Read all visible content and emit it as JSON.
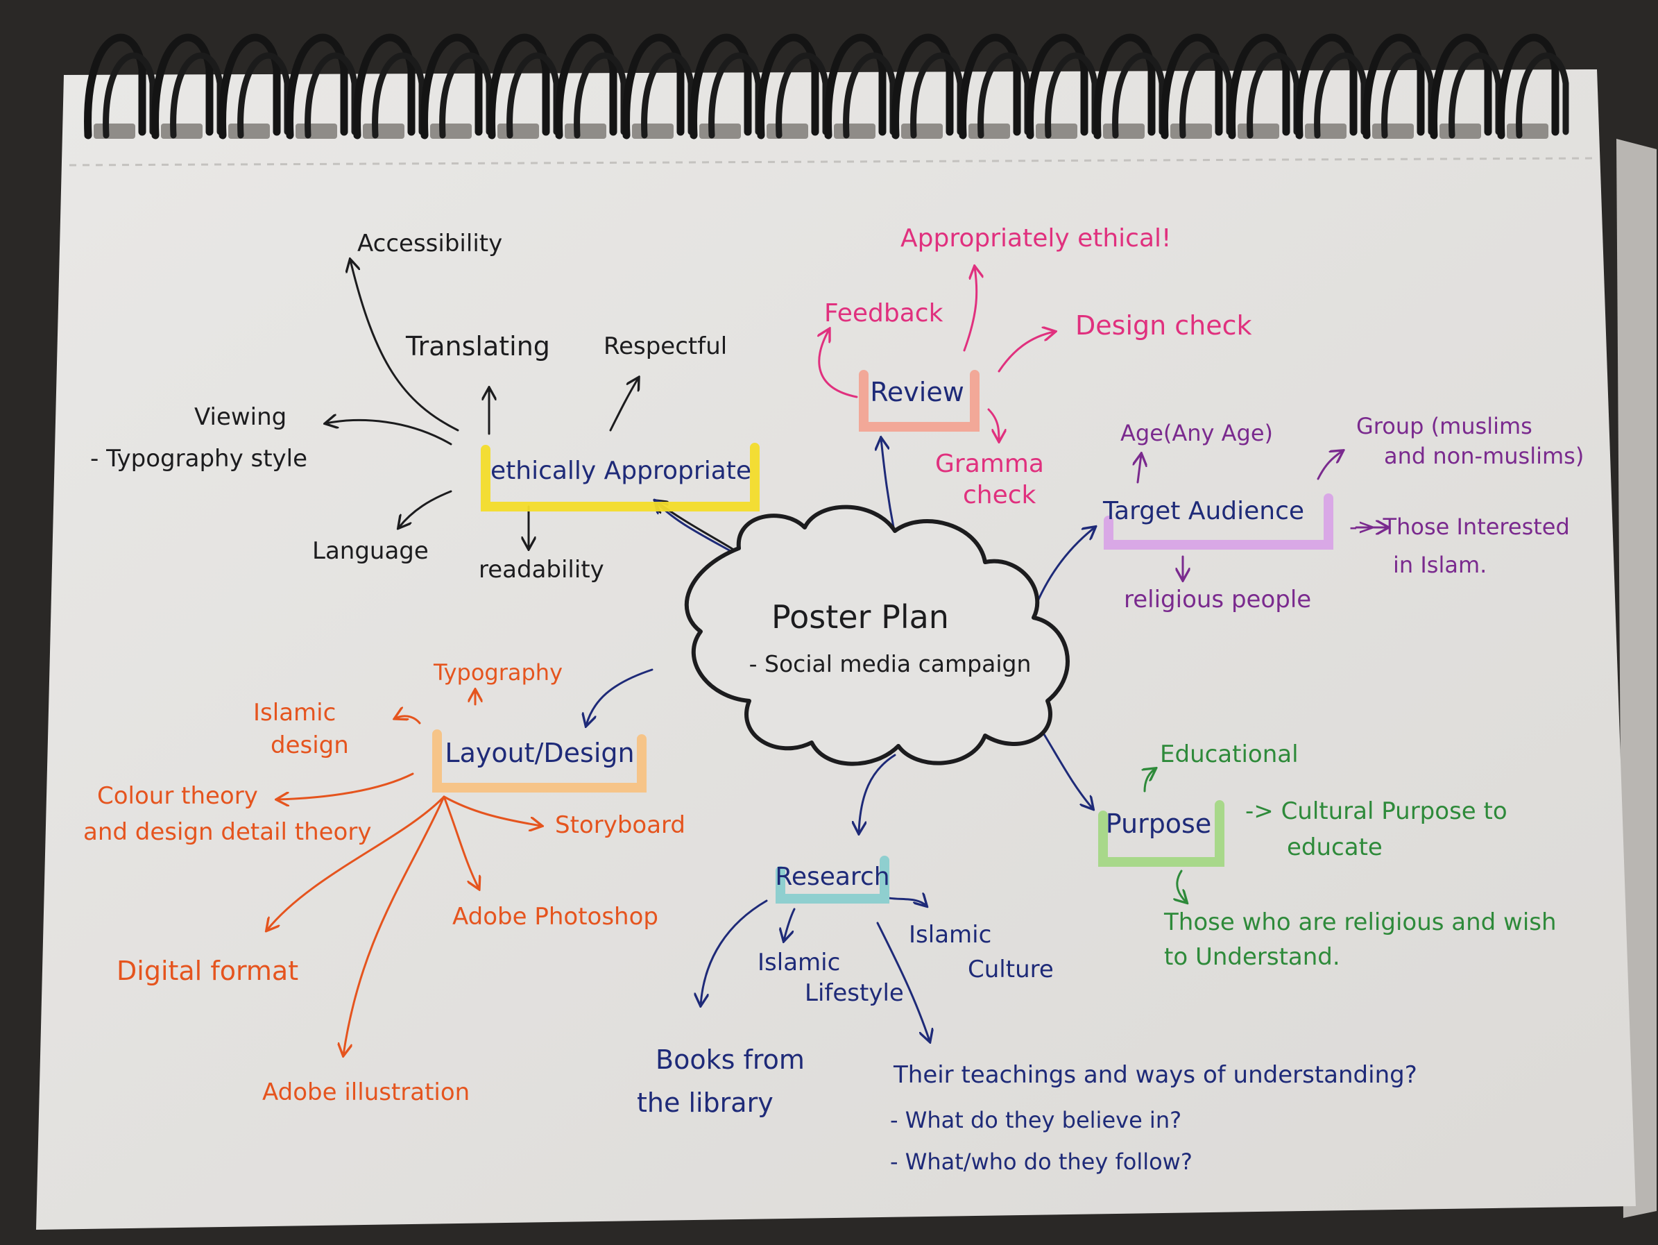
{
  "colors": {
    "black": "#1c1c1e",
    "pink": "#e0307e",
    "salmon": "#f2a898",
    "yellow": "#f3dc2a",
    "purple": "#7a2a8e",
    "lilac": "#d9a8e6",
    "orange": "#e5541e",
    "peach": "#f6c488",
    "navy": "#1e2a78",
    "teal": "#8fcfcf",
    "green": "#2e8a3a",
    "lightgreen": "#a8d88a"
  },
  "center": {
    "title": "Poster Plan",
    "subtitle": "- Social media campaign"
  },
  "ethics": {
    "label": "ethically Appropriate",
    "accessibility": "Accessibility",
    "translating": "Translating",
    "respectful": "Respectful",
    "viewing": "Viewing",
    "typography_style": "- Typography style",
    "language": "Language",
    "readability": "readability"
  },
  "review": {
    "label": "Review",
    "appropriately": "Appropriately ethical!",
    "feedback": "Feedback",
    "design_check": "Design check",
    "gramma": "Gramma",
    "check": "check"
  },
  "audience": {
    "label": "Target Audience",
    "age": "Age(Any Age)",
    "group_1": "Group (muslims",
    "group_2": "and non-muslims)",
    "interested_1": "-> Those Interested",
    "interested_2": "in Islam.",
    "religious": "religious people"
  },
  "layout": {
    "label": "Layout/Design",
    "typography": "Typography",
    "islamic_1": "Islamic",
    "islamic_2": "design",
    "colour_1": "Colour theory",
    "colour_2": "and design detail theory",
    "storyboard": "Storyboard",
    "photoshop": "Adobe Photoshop",
    "digital": "Digital format",
    "illustration": "Adobe illustration"
  },
  "research": {
    "label": "Research",
    "lifestyle_1": "Islamic",
    "lifestyle_2": "Lifestyle",
    "culture_1": "Islamic",
    "culture_2": "Culture",
    "books_1": "Books from",
    "books_2": "the library",
    "teachings": "Their teachings and ways of understanding?",
    "believe": "- What do they believe in?",
    "follow": "- What/who do they follow?"
  },
  "purpose": {
    "label": "Purpose",
    "educational": "Educational",
    "cultural_1": "-> Cultural Purpose to",
    "cultural_2": "educate",
    "those_1": "Those who are religious and wish",
    "those_2": "to Understand."
  }
}
